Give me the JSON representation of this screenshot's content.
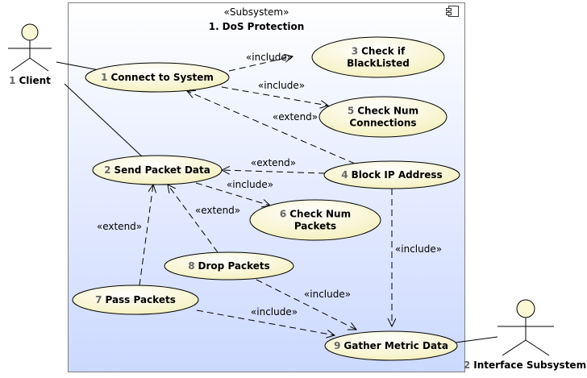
{
  "subsystem": {
    "stereotype": "«Subsystem»",
    "number": "1.",
    "name": "DoS Protection"
  },
  "actors": [
    {
      "id": "client",
      "number": "1",
      "name": "Client"
    },
    {
      "id": "interface-subsystem",
      "number": "2",
      "name": "Interface Subsystem"
    }
  ],
  "use_cases": [
    {
      "id": "connect-to-system",
      "number": "1",
      "lines": [
        "Connect to System"
      ]
    },
    {
      "id": "send-packet-data",
      "number": "2",
      "lines": [
        "Send Packet Data"
      ]
    },
    {
      "id": "check-if-blacklisted",
      "number": "3",
      "lines": [
        "Check if",
        "BlackListed"
      ]
    },
    {
      "id": "block-ip-address",
      "number": "4",
      "lines": [
        "Block IP Address"
      ]
    },
    {
      "id": "check-num-connections",
      "number": "5",
      "lines": [
        "Check Num",
        "Connections"
      ]
    },
    {
      "id": "check-num-packets",
      "number": "6",
      "lines": [
        "Check Num",
        "Packets"
      ]
    },
    {
      "id": "pass-packets",
      "number": "7",
      "lines": [
        "Pass Packets"
      ]
    },
    {
      "id": "drop-packets",
      "number": "8",
      "lines": [
        "Drop Packets"
      ]
    },
    {
      "id": "gather-metric-data",
      "number": "9",
      "lines": [
        "Gather Metric Data"
      ]
    }
  ],
  "associations": [
    {
      "actor": "client",
      "use_case": "connect-to-system"
    },
    {
      "actor": "client",
      "use_case": "send-packet-data"
    },
    {
      "actor": "interface-subsystem",
      "use_case": "gather-metric-data"
    }
  ],
  "relationships": [
    {
      "from": "connect-to-system",
      "to": "check-if-blacklisted",
      "label": "«include»"
    },
    {
      "from": "connect-to-system",
      "to": "check-num-connections",
      "label": "«include»"
    },
    {
      "from": "block-ip-address",
      "to": "connect-to-system",
      "label": "«extend»"
    },
    {
      "from": "block-ip-address",
      "to": "send-packet-data",
      "label": "«extend»"
    },
    {
      "from": "send-packet-data",
      "to": "check-num-packets",
      "label": "«include»"
    },
    {
      "from": "block-ip-address",
      "to": "gather-metric-data",
      "label": "«include»"
    },
    {
      "from": "pass-packets",
      "to": "send-packet-data",
      "label": "«extend»"
    },
    {
      "from": "drop-packets",
      "to": "send-packet-data",
      "label": "«extend»"
    },
    {
      "from": "drop-packets",
      "to": "gather-metric-data",
      "label": "«include»"
    },
    {
      "from": "pass-packets",
      "to": "gather-metric-data",
      "label": "«include»"
    }
  ],
  "colors": {
    "subsystem_fill_top": "#ffffff",
    "subsystem_fill_bottom": "#ccd9ff",
    "subsystem_border": "#7f7f7f",
    "use_case_fill_light": "#ffffff",
    "use_case_fill_dark": "#f4f0bc",
    "actor_fill": "#fbf8d6",
    "number_color": "#666666"
  }
}
